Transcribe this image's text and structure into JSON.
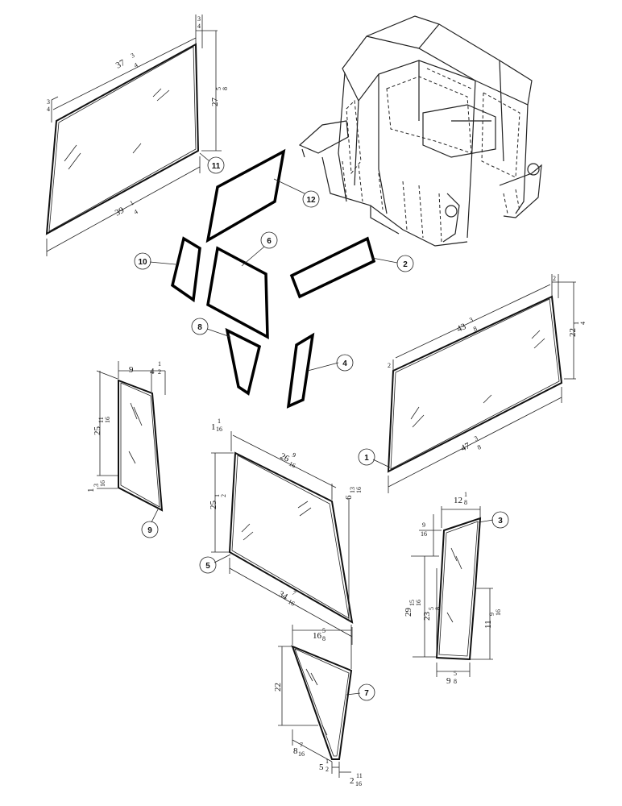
{
  "callouts": {
    "c1": "1",
    "c2": "2",
    "c3": "3",
    "c4": "4",
    "c5": "5",
    "c6": "6",
    "c7": "7",
    "c8": "8",
    "c9": "9",
    "c10": "10",
    "c11": "11",
    "c12": "12"
  },
  "dims": {
    "p11_top_w": "37",
    "p11_top_wn": "3",
    "p11_top_wd": "4",
    "p11_tr_n": "3",
    "p11_tr_d": "4",
    "p11_tl_n": "3",
    "p11_tl_d": "4",
    "p11_h": "27",
    "p11_hn": "5",
    "p11_hd": "8",
    "p11_bot_w": "39",
    "p11_bot_wn": "1",
    "p11_bot_wd": "4",
    "p1_top_w": "43",
    "p1_top_wn": "3",
    "p1_top_wd": "8",
    "p1_h": "22",
    "p1_hn": "1",
    "p1_hd": "4",
    "p1_bot_w": "47",
    "p1_bot_wn": "3",
    "p1_bot_wd": "8",
    "p1_off_l": "2",
    "p1_off_r": "2",
    "p9_top_w": "9",
    "p9_top_r": "4",
    "p9_top_rn": "1",
    "p9_top_rd": "2",
    "p9_h": "25",
    "p9_hn": "11",
    "p9_hd": "16",
    "p9_b": "1",
    "p9_bn": "3",
    "p9_bd": "16",
    "p5_tl": "1",
    "p5_tln": "1",
    "p5_tld": "16",
    "p5_top_w": "26",
    "p5_top_wn": "9",
    "p5_top_wd": "16",
    "p5_h": "25",
    "p5_hn": "1",
    "p5_hd": "2",
    "p5_r": "6",
    "p5_rn": "13",
    "p5_rd": "16",
    "p5_bot_w": "34",
    "p5_bot_wn": "7",
    "p5_bot_wd": "16",
    "p3_top_w": "12",
    "p3_top_wn": "1",
    "p3_top_wd": "8",
    "p3_tl_n": "9",
    "p3_tl_d": "16",
    "p3_h": "29",
    "p3_hn": "15",
    "p3_hd": "16",
    "p3_h2": "23",
    "p3_h2n": "5",
    "p3_h2d": "8",
    "p3_r": "11",
    "p3_rn": "9",
    "p3_rd": "16",
    "p3_bot_w": "9",
    "p3_bot_wn": "5",
    "p3_bot_wd": "8",
    "p7_top_w": "16",
    "p7_top_wn": "5",
    "p7_top_wd": "8",
    "p7_h": "22",
    "p7_bl": "8",
    "p7_bln": "7",
    "p7_bld": "16",
    "p7_bm": "5",
    "p7_bmn": "1",
    "p7_bmd": "2",
    "p7_br": "2",
    "p7_brn": "11",
    "p7_brd": "16"
  }
}
